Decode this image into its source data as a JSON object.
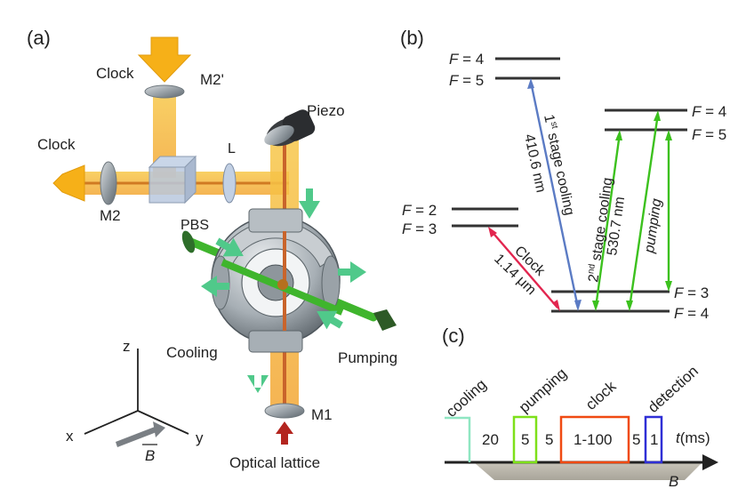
{
  "panels": {
    "a": "(a)",
    "b": "(b)",
    "c": "(c)"
  },
  "setup": {
    "clock_top": "Clock",
    "clock_left": "Clock",
    "m2_prime": "M2'",
    "m2": "M2",
    "lens": "L",
    "pbs": "PBS",
    "piezo": "Piezo",
    "cooling": "Cooling",
    "pumping": "Pumping",
    "m1": "M1",
    "optical_lattice": "Optical lattice",
    "axis_z": "z",
    "axis_x": "x",
    "axis_y": "y",
    "field": "B"
  },
  "levels": {
    "upper_left_f4": "F = 4",
    "upper_left_f5": "F = 5",
    "upper_right_f4": "F = 4",
    "upper_right_f5": "F = 5",
    "mid_f2": "F = 2",
    "mid_f3": "F = 3",
    "ground_f3": "F = 3",
    "ground_f4": "F = 4",
    "first_stage": "1st stage cooling",
    "first_stage_wl": "410.6 nm",
    "second_stage": "2nd stage cooling",
    "second_stage_wl": "530.7 nm",
    "pumping": "pumping",
    "clock": "Clock",
    "clock_wl": "1.14 μm",
    "colors": {
      "blue": "#5b7bc4",
      "green": "#3cc11e",
      "red": "#e2264f"
    }
  },
  "sequence": {
    "segments": [
      {
        "label": "cooling",
        "color": "#8fe6c2"
      },
      {
        "label": "pumping",
        "color": "#7ee01a"
      },
      {
        "label": "clock",
        "color": "#f04a12"
      },
      {
        "label": "detection",
        "color": "#2f2fd6"
      }
    ],
    "gaps": [
      "20",
      "5",
      "5",
      "1-100",
      "5",
      "1"
    ],
    "time_unit": "t(ms)",
    "field": "B"
  }
}
